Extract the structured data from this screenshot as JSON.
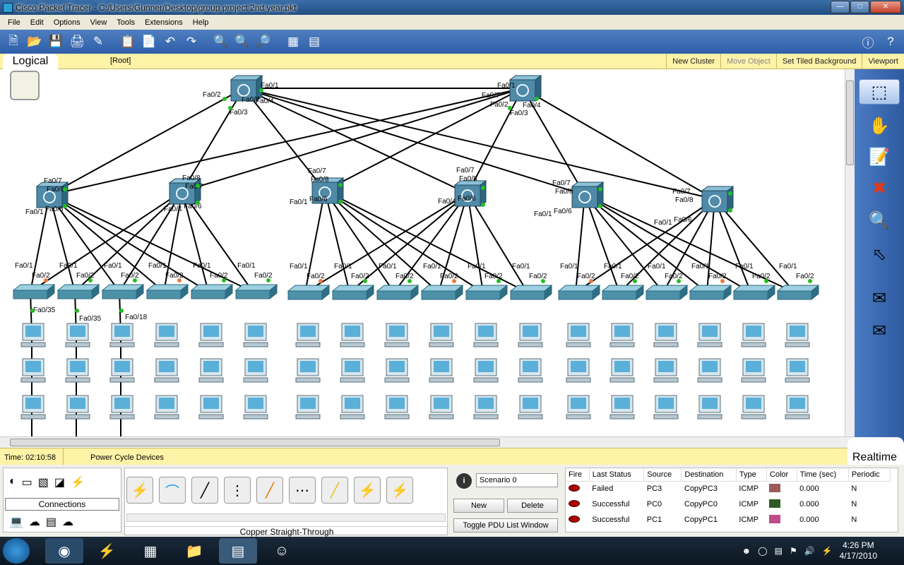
{
  "window": {
    "title": "Cisco Packet Tracer - C:/Users/Gunner/Desktop/group project 2nd year.pkt"
  },
  "menu": [
    "File",
    "Edit",
    "Options",
    "View",
    "Tools",
    "Extensions",
    "Help"
  ],
  "workspace": {
    "tab": "Logical",
    "root": "[Root]",
    "new_cluster": "New Cluster",
    "move_object": "Move Object",
    "set_bg": "Set Tiled Background",
    "viewport": "Viewport"
  },
  "status": {
    "time": "Time: 02:10:58",
    "power_cycle": "Power Cycle Devices",
    "realtime": "Realtime"
  },
  "connections": {
    "label": "Connections",
    "selected": "Copper Straight-Through"
  },
  "scenario": {
    "name": "Scenario 0",
    "new": "New",
    "delete": "Delete",
    "toggle": "Toggle PDU List Window"
  },
  "pdu": {
    "headers": [
      "Fire",
      "Last Status",
      "Source",
      "Destination",
      "Type",
      "Color",
      "Time (sec)",
      "Periodic"
    ],
    "rows": [
      {
        "status": "Failed",
        "source": "PC3",
        "dest": "CopyPC3",
        "type": "ICMP",
        "color": "#9c5a5a",
        "time": "0.000",
        "periodic": "N"
      },
      {
        "status": "Successful",
        "source": "PC0",
        "dest": "CopyPC0",
        "type": "ICMP",
        "color": "#2e5a26",
        "time": "0.000",
        "periodic": "N"
      },
      {
        "status": "Successful",
        "source": "PC1",
        "dest": "CopyPC1",
        "type": "ICMP",
        "color": "#c04a8a",
        "time": "0.000",
        "periodic": "N"
      }
    ]
  },
  "taskbar": {
    "time": "4:26 PM",
    "date": "4/17/2010"
  },
  "topology": {
    "core": [
      {
        "labels": [
          "Fa0/1",
          "Fa0/2",
          "Fa0/7",
          "Fa0/4",
          "Fa0/3"
        ]
      },
      {
        "labels": [
          "Fa0/1",
          "Fa0/7",
          "Fa0/2",
          "Fa0/4",
          "Fa0/3"
        ]
      }
    ],
    "dist": [
      {
        "labels": [
          "Fa0/7",
          "Fa0/8",
          "Fa0/6",
          "Fa0/1"
        ]
      },
      {
        "labels": [
          "Fa0/8",
          "Fa0/7",
          "Fa0/6",
          "Fa0/4"
        ]
      },
      {
        "labels": [
          "Fa0/7",
          "Fa0/8",
          "Fa0/6",
          "Fa0/1"
        ]
      },
      {
        "labels": [
          "Fa0/7",
          "Fa0/8",
          "Fa0/6",
          "Fa0/4"
        ]
      },
      {
        "labels": [
          "Fa0/7",
          "Fa0/8",
          "Fa0/6",
          "Fa0/1"
        ]
      },
      {
        "labels": [
          "Fa0/7",
          "Fa0/8",
          "Fa0/6",
          "Fa0/1"
        ]
      }
    ],
    "access_labels": [
      "Fa0/1",
      "Fa0/2",
      "Fa0/35",
      "Fa0/35",
      "Fa0/18"
    ]
  }
}
